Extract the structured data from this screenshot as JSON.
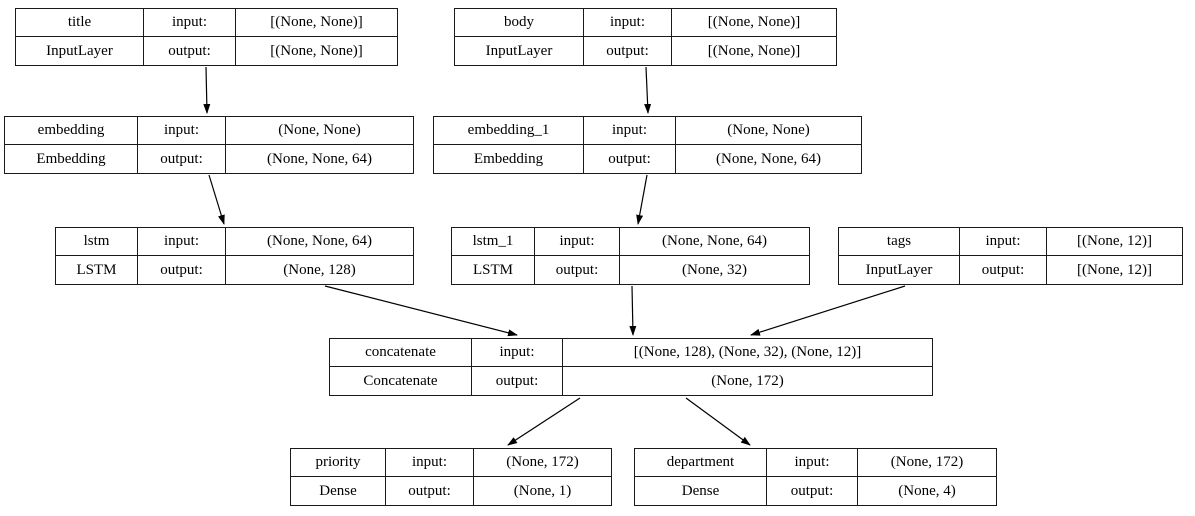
{
  "diagram": {
    "kind": "keras-model-plot",
    "background_color": "#ffffff",
    "line_color": "#000000",
    "text_color": "#000000"
  },
  "nodes": [
    {
      "id": "title",
      "name": "title",
      "type": "InputLayer",
      "input_label": "input:",
      "output_label": "output:",
      "input_shape": "[(None, None)]",
      "output_shape": "[(None, None)]"
    },
    {
      "id": "body",
      "name": "body",
      "type": "InputLayer",
      "input_label": "input:",
      "output_label": "output:",
      "input_shape": "[(None, None)]",
      "output_shape": "[(None, None)]"
    },
    {
      "id": "embedding",
      "name": "embedding",
      "type": "Embedding",
      "input_label": "input:",
      "output_label": "output:",
      "input_shape": "(None, None)",
      "output_shape": "(None, None, 64)"
    },
    {
      "id": "embedding_1",
      "name": "embedding_1",
      "type": "Embedding",
      "input_label": "input:",
      "output_label": "output:",
      "input_shape": "(None, None)",
      "output_shape": "(None, None, 64)"
    },
    {
      "id": "lstm",
      "name": "lstm",
      "type": "LSTM",
      "input_label": "input:",
      "output_label": "output:",
      "input_shape": "(None, None, 64)",
      "output_shape": "(None, 128)"
    },
    {
      "id": "lstm_1",
      "name": "lstm_1",
      "type": "LSTM",
      "input_label": "input:",
      "output_label": "output:",
      "input_shape": "(None, None, 64)",
      "output_shape": "(None, 32)"
    },
    {
      "id": "tags",
      "name": "tags",
      "type": "InputLayer",
      "input_label": "input:",
      "output_label": "output:",
      "input_shape": "[(None, 12)]",
      "output_shape": "[(None, 12)]"
    },
    {
      "id": "concatenate",
      "name": "concatenate",
      "type": "Concatenate",
      "input_label": "input:",
      "output_label": "output:",
      "input_shape": "[(None, 128), (None, 32), (None, 12)]",
      "output_shape": "(None, 172)"
    },
    {
      "id": "priority",
      "name": "priority",
      "type": "Dense",
      "input_label": "input:",
      "output_label": "output:",
      "input_shape": "(None, 172)",
      "output_shape": "(None, 1)"
    },
    {
      "id": "department",
      "name": "department",
      "type": "Dense",
      "input_label": "input:",
      "output_label": "output:",
      "input_shape": "(None, 172)",
      "output_shape": "(None, 4)"
    }
  ],
  "edges": [
    {
      "from": "title",
      "to": "embedding"
    },
    {
      "from": "body",
      "to": "embedding_1"
    },
    {
      "from": "embedding",
      "to": "lstm"
    },
    {
      "from": "embedding_1",
      "to": "lstm_1"
    },
    {
      "from": "lstm",
      "to": "concatenate"
    },
    {
      "from": "lstm_1",
      "to": "concatenate"
    },
    {
      "from": "tags",
      "to": "concatenate"
    },
    {
      "from": "concatenate",
      "to": "priority"
    },
    {
      "from": "concatenate",
      "to": "department"
    }
  ]
}
